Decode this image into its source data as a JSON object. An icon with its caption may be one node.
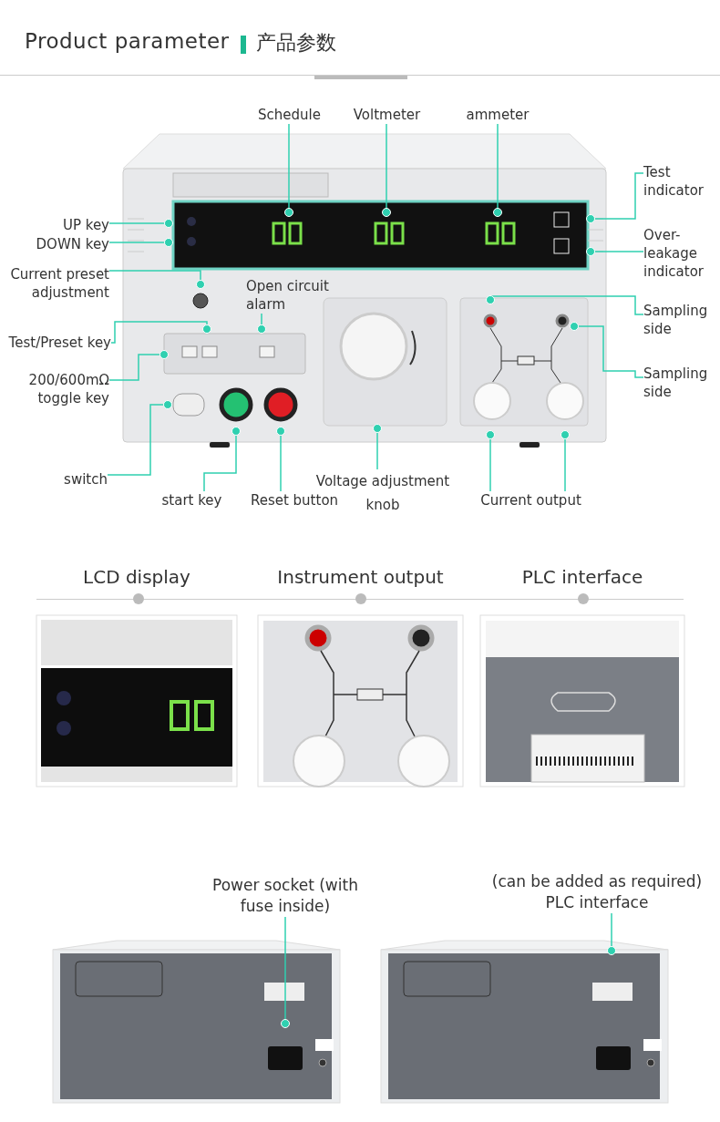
{
  "diagram": {
    "title": "Product parameter",
    "nodes": [
      {
        "text": [],
        "shape": "picture"
      },
      {
        "text": [
          "Schedule"
        ]
      },
      {
        "text": [
          "Voltmeter"
        ]
      },
      {
        "text": [
          "ammeter"
        ]
      },
      {
        "text": [
          "Test indicator"
        ]
      },
      {
        "text": [
          "UP key"
        ]
      },
      {
        "text": [
          "DOWN key"
        ]
      },
      {
        "text": [
          "Over-leakage indicator"
        ]
      },
      {
        "text": [
          "Current preset adjustment"
        ]
      },
      {
        "text": [
          "Open circuit alarm"
        ],
        "in": 0
      },
      {
        "text": [
          "Sampling side"
        ]
      },
      {
        "text": [
          "Test/Preset key"
        ]
      },
      {
        "text": [
          "Sampling side"
        ]
      },
      {
        "text": [
          "200/600mΩ toggle key"
        ]
      },
      {
        "text": [
          "switch"
        ]
      },
      {
        "text": [
          "start key"
        ]
      },
      {
        "text": [
          "Reset button"
        ]
      },
      {
        "text": [
          "Voltage adjustment knob"
        ]
      },
      {
        "text": [
          "Current output"
        ]
      },
      {
        "text": [],
        "shape": "picture",
        "beside": [
          "LCD display"
        ]
      },
      {
        "text": [],
        "shape": "picture",
        "beside": [
          "Instrument output"
        ]
      },
      {
        "text": [],
        "shape": "picture",
        "beside": [
          "PLC interface"
        ]
      },
      {
        "text": [],
        "shape": "picture"
      },
      {
        "text": [],
        "shape": "picture"
      },
      {
        "text": [
          "Power socket (with fuse inside)"
        ]
      },
      {
        "text": [
          "(can be added as required) PLC interface"
        ]
      }
    ],
    "edges": [
      {
        "from": 1,
        "to": 0,
        "arrow": "other"
      },
      {
        "from": 2,
        "to": 0,
        "arrow": "other"
      },
      {
        "from": 3,
        "to": 0,
        "arrow": "other"
      },
      {
        "from": 4,
        "to": 0,
        "arrow": "other"
      },
      {
        "from": 5,
        "to": 0,
        "arrow": "other"
      },
      {
        "from": 6,
        "to": 0,
        "arrow": "other"
      },
      {
        "from": 7,
        "to": 0,
        "arrow": "other"
      },
      {
        "from": 8,
        "to": 0,
        "arrow": "other"
      },
      {
        "from": 9,
        "to": 0,
        "arrow": "other"
      },
      {
        "from": 10,
        "to": 0,
        "arrow": "other"
      },
      {
        "from": 12,
        "to": 0,
        "arrow": "other"
      },
      {
        "from": 11,
        "to": 0,
        "arrow": "other"
      },
      {
        "from": 13,
        "to": 0,
        "arrow": "other"
      },
      {
        "from": 14,
        "to": 0,
        "arrow": "other"
      },
      {
        "from": 15,
        "to": 0,
        "arrow": "other"
      },
      {
        "from": 16,
        "to": 0,
        "arrow": "other"
      },
      {
        "from": 17,
        "to": 0,
        "arrow": "other"
      },
      {
        "from": 18,
        "to": 0,
        "arrow": "other"
      },
      {
        "from": 18,
        "to": 0,
        "arrow": "other"
      },
      {
        "from": 24,
        "to": 22,
        "arrow": "other"
      },
      {
        "from": 25,
        "to": 23,
        "arrow": "other"
      }
    ],
    "labels": [
      "产品参数"
    ]
  }
}
